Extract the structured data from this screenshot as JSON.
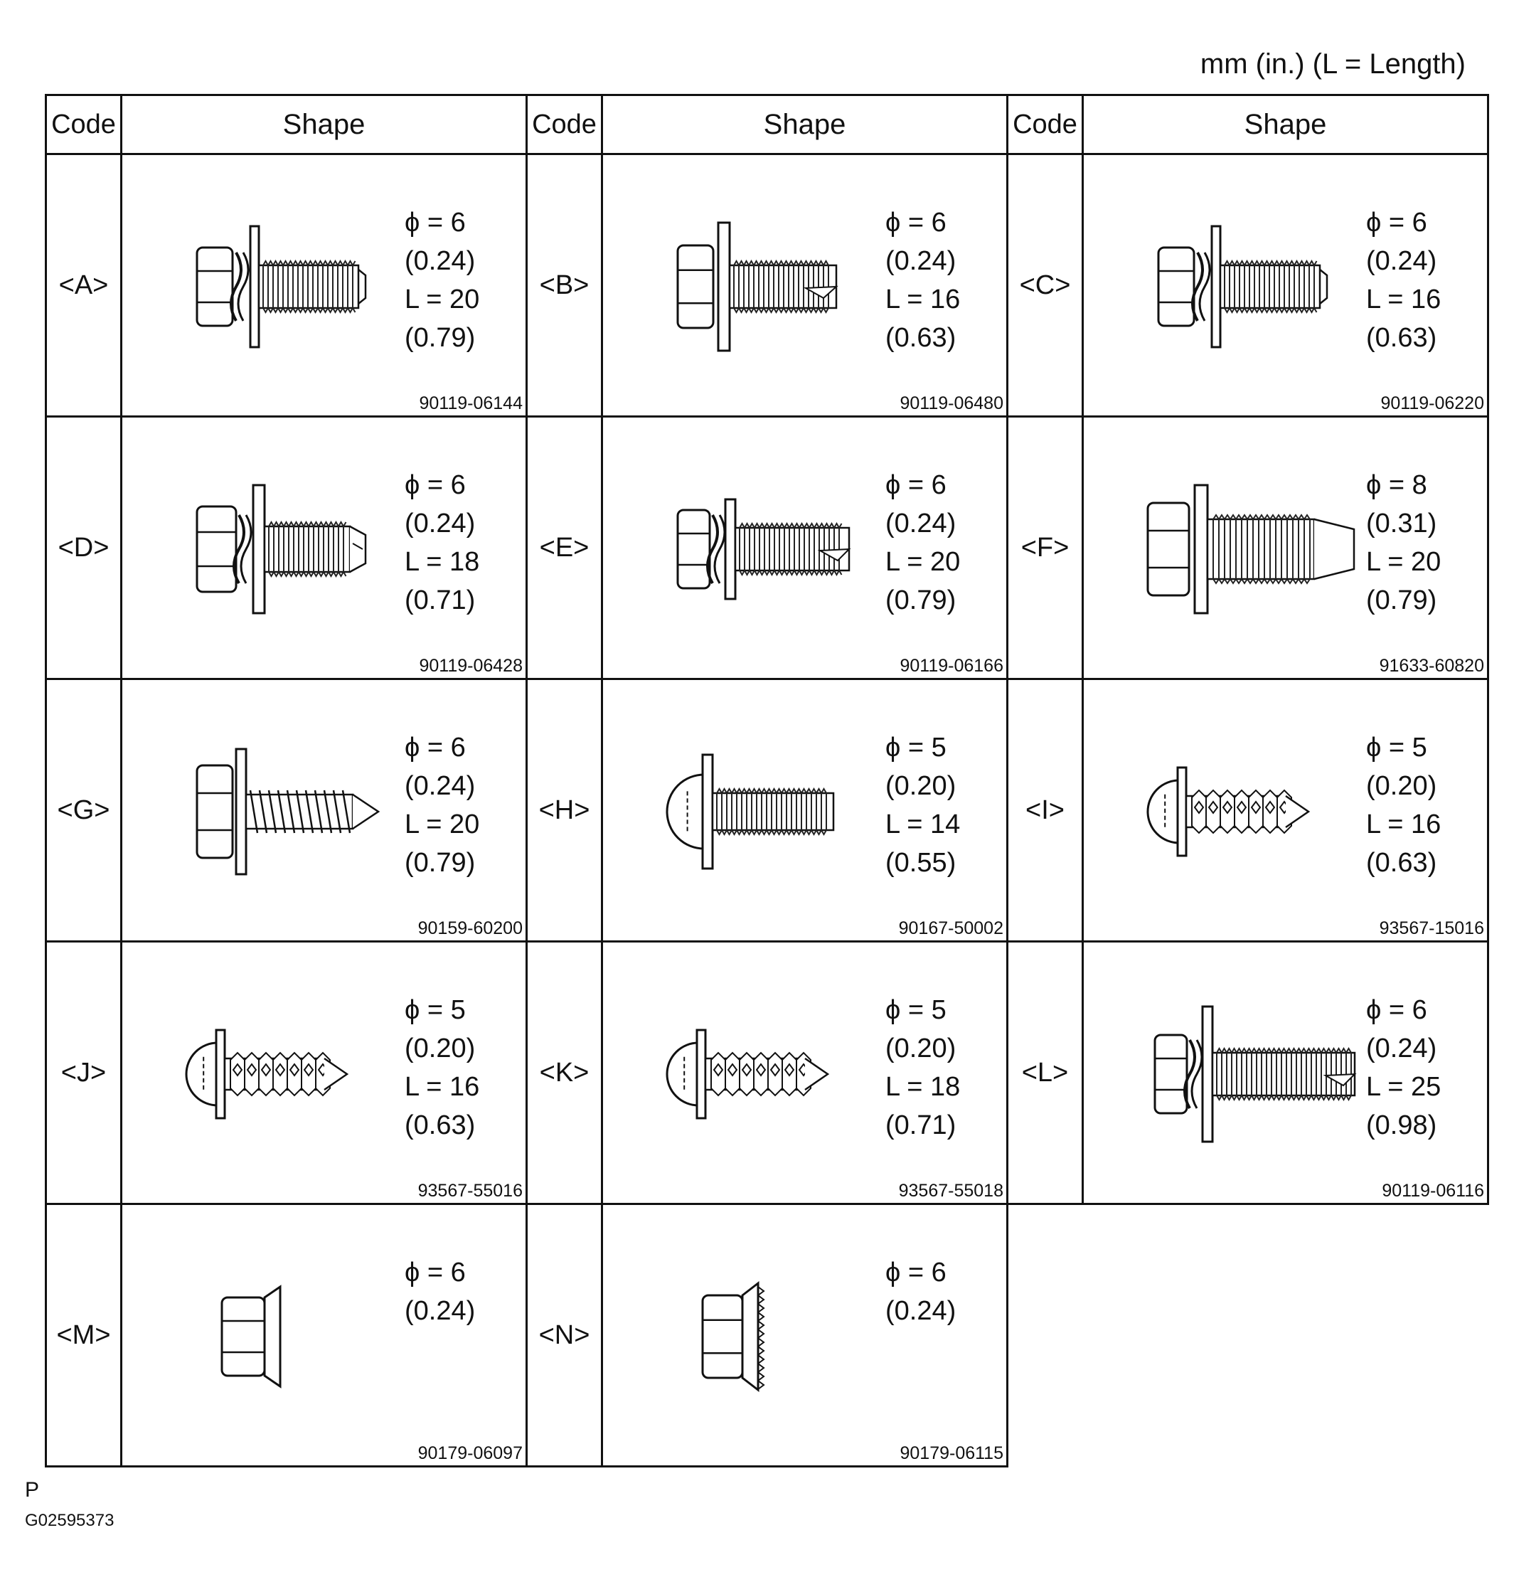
{
  "unit_note": "mm (in.) (L = Length)",
  "headers": {
    "code": "Code",
    "shape": "Shape"
  },
  "parts": [
    {
      "code": "<A>",
      "type": "bolt-washers",
      "lines": [
        "ϕ = 6",
        "(0.24)",
        "L = 20",
        "(0.79)"
      ],
      "part_no": "90119-06144"
    },
    {
      "code": "<B>",
      "type": "bolt-washer-slot",
      "lines": [
        "ϕ = 6",
        "(0.24)",
        "L = 16",
        "(0.63)"
      ],
      "part_no": "90119-06480"
    },
    {
      "code": "<C>",
      "type": "bolt-washers",
      "lines": [
        "ϕ = 6",
        "(0.24)",
        "L = 16",
        "(0.63)"
      ],
      "part_no": "90119-06220"
    },
    {
      "code": "<D>",
      "type": "bolt-washers-tip",
      "lines": [
        "ϕ = 6",
        "(0.24)",
        "L = 18",
        "(0.71)"
      ],
      "part_no": "90119-06428"
    },
    {
      "code": "<E>",
      "type": "bolt-washers-slot",
      "lines": [
        "ϕ = 6",
        "(0.24)",
        "L = 20",
        "(0.79)"
      ],
      "part_no": "90119-06166"
    },
    {
      "code": "<F>",
      "type": "bolt-long-tip",
      "lines": [
        "ϕ = 8",
        "(0.31)",
        "L = 20",
        "(0.79)"
      ],
      "part_no": "91633-60820"
    },
    {
      "code": "<G>",
      "type": "tapping-hex",
      "lines": [
        "ϕ = 6",
        "(0.24)",
        "L = 20",
        "(0.79)"
      ],
      "part_no": "90159-60200"
    },
    {
      "code": "<H>",
      "type": "pan-machine",
      "lines": [
        "ϕ = 5",
        "(0.20)",
        "L = 14",
        "(0.55)"
      ],
      "part_no": "90167-50002"
    },
    {
      "code": "<I>",
      "type": "pan-tapping",
      "lines": [
        "ϕ = 5",
        "(0.20)",
        "L = 16",
        "(0.63)"
      ],
      "part_no": "93567-15016"
    },
    {
      "code": "<J>",
      "type": "pan-tapping",
      "lines": [
        "ϕ = 5",
        "(0.20)",
        "L = 16",
        "(0.63)"
      ],
      "part_no": "93567-55016"
    },
    {
      "code": "<K>",
      "type": "pan-tapping",
      "lines": [
        "ϕ = 5",
        "(0.20)",
        "L = 18",
        "(0.71)"
      ],
      "part_no": "93567-55018"
    },
    {
      "code": "<L>",
      "type": "bolt-washers-long",
      "lines": [
        "ϕ = 6",
        "(0.24)",
        "L = 25",
        "(0.98)"
      ],
      "part_no": "90119-06116"
    },
    {
      "code": "<M>",
      "type": "flange-nut",
      "lines": [
        "ϕ = 6",
        "(0.24)"
      ],
      "part_no": "90179-06097"
    },
    {
      "code": "<N>",
      "type": "serrated-nut",
      "lines": [
        "ϕ = 6",
        "(0.24)"
      ],
      "part_no": "90179-06115"
    }
  ],
  "figure_label": "P",
  "figure_id": "G02595373"
}
